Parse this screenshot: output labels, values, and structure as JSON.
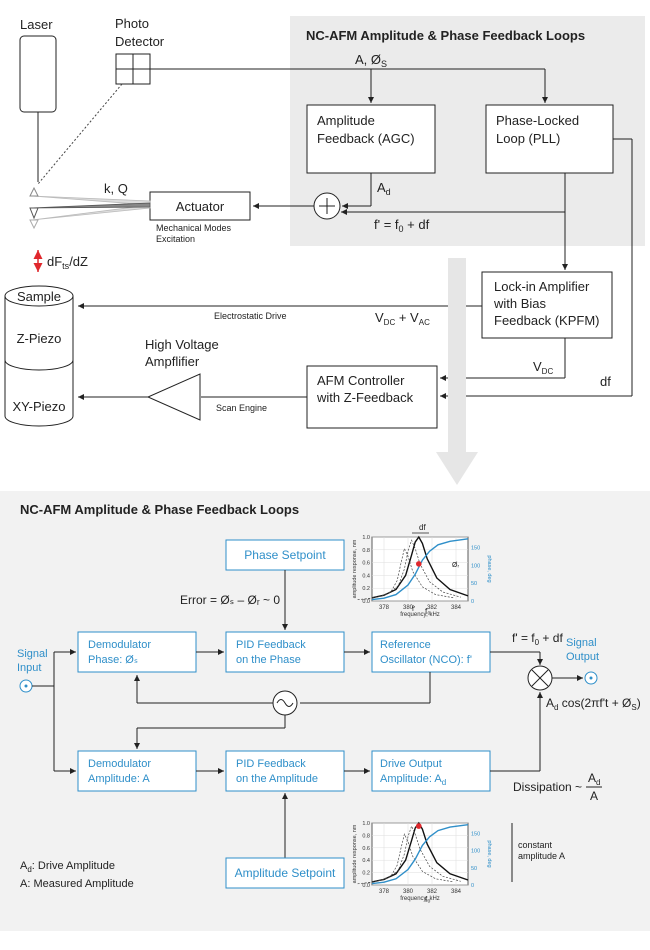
{
  "colors": {
    "black": "#222222",
    "blue": "#2f8fc9",
    "panel": "#ebebeb",
    "red": "#e0282d",
    "grey": "#bfbfbf"
  },
  "top": {
    "laser": "Laser",
    "photo_detector": [
      "Photo",
      "Detector"
    ],
    "panel_title": "NC-AFM Amplitude & Phase Feedback Loops",
    "signal_label": {
      "main": "A, Ø",
      "sub": "S"
    },
    "amplitude_feedback": [
      "Amplitude",
      "Feedback (AGC)"
    ],
    "pll": [
      "Phase-Locked",
      "Loop (PLL)"
    ],
    "kq": "k, Q",
    "actuator": "Actuator",
    "mechanical": [
      "Mechanical Modes",
      "Excitation"
    ],
    "ad": {
      "main": "A",
      "sub": "d"
    },
    "freq_eq": {
      "a": "f' = f",
      "sub": "0",
      "b": " + df"
    },
    "dfts": {
      "a": "dF",
      "sub": "ts",
      "b": "/dZ"
    },
    "sample": "Sample",
    "z_piezo": "Z-Piezo",
    "xy_piezo": "XY-Piezo",
    "electrostatic": "Electrostatic Drive",
    "vdc_vac": {
      "a": "V",
      "s1": "DC",
      "b": " + V",
      "s2": "AC"
    },
    "lockin": [
      "Lock-in Amplifier",
      "with Bias",
      "Feedback (KPFM)"
    ],
    "hv_amp": [
      "High Voltage",
      "Ampflifier"
    ],
    "afm_controller": [
      "AFM Controller",
      "with Z-Feedback"
    ],
    "vdc": {
      "a": "V",
      "sub": "DC"
    },
    "df": "df",
    "scan_engine": "Scan Engine"
  },
  "bottom": {
    "title": "NC-AFM Amplitude & Phase Feedback Loops",
    "phase_setpoint": "Phase Setpoint",
    "error_eq": "Error = Øₛ – Øᵣ ~ 0",
    "demod_phase": [
      "Demodulator",
      "Phase: Øₛ"
    ],
    "pid_phase": [
      "PID Feedback",
      "on the Phase"
    ],
    "ref_osc": [
      "Reference",
      "Oscillator (NCO): f'"
    ],
    "freq_eq": {
      "a": "f' = f",
      "sub": "0",
      "b": " + df"
    },
    "signal_output": [
      "Signal",
      "Output"
    ],
    "signal_input": [
      "Signal",
      "Input"
    ],
    "output_eq": {
      "a": "A",
      "sub": "d",
      "b": " cos(2πf't + Ø",
      "sub2": "S",
      "c": ")"
    },
    "demod_amp": [
      "Demodulator",
      "Amplitude: A"
    ],
    "pid_amp": [
      "PID Feedback",
      "on the Amplitude"
    ],
    "drive_out": [
      "Drive Output",
      "Amplitude: A",
      "d"
    ],
    "dissipation": {
      "label": "Dissipation ~",
      "num": "A",
      "num_sub": "d",
      "den": "A"
    },
    "legend": [
      {
        "a": "A",
        "sub": "d",
        "b": ": Drive Amplitude"
      },
      {
        "a": "A:  Measured Amplitude",
        "sub": "",
        "b": ""
      }
    ],
    "amp_setpoint": "Amplitude Setpoint",
    "constant_amp": [
      "constant",
      "amplitude A"
    ]
  },
  "chart_data": [
    {
      "type": "line",
      "title": "",
      "xlabel": "frequency, kHz",
      "ylabel": "amplitude response, nm",
      "y2label": "phase, deg",
      "xticks": [
        "378",
        "380",
        "382",
        "384"
      ],
      "yticks": [
        "0.0",
        "0.2",
        "0.4",
        "0.6",
        "0.8",
        "1.0"
      ],
      "y2ticks": [
        "0",
        "50",
        "100",
        "150"
      ],
      "xlim": [
        377,
        385
      ],
      "ylim": [
        0,
        1.0
      ],
      "y2lim": [
        0,
        180
      ],
      "annotations": [
        "df",
        "f'",
        "f₀",
        "Øᵣ"
      ],
      "marker": {
        "x": 380.9,
        "y": 0.58
      },
      "grid": true,
      "series": [
        {
          "x": [
            377,
            378,
            379,
            379.8,
            380.3,
            380.6,
            380.9,
            381.2,
            381.6,
            382.4,
            383.5,
            385
          ],
          "values": [
            0.05,
            0.09,
            0.18,
            0.4,
            0.72,
            0.92,
            1.0,
            0.9,
            0.66,
            0.36,
            0.18,
            0.08
          ]
        },
        {
          "x": [
            377,
            378,
            379,
            379.8,
            380.3,
            380.6,
            380.9,
            381.2,
            381.6,
            382.4,
            383.5,
            385
          ],
          "values": [
            0.03,
            0.06,
            0.12,
            0.24,
            0.5,
            0.78,
            0.95,
            0.82,
            0.58,
            0.3,
            0.14,
            0.06
          ]
        },
        {
          "x": [
            377,
            378,
            379,
            379.8,
            380.3,
            380.6,
            380.9,
            381.2,
            381.6,
            382.4,
            383.5,
            385
          ],
          "values": [
            0.02,
            0.04,
            0.08,
            0.15,
            0.32,
            0.58,
            0.82,
            0.7,
            0.46,
            0.22,
            0.1,
            0.05
          ]
        },
        {
          "x": [
            377,
            378,
            379,
            380,
            380.6,
            380.9,
            381.2,
            381.8,
            382.5,
            383.5,
            385
          ],
          "values": [
            4,
            8,
            18,
            45,
            75,
            95,
            115,
            140,
            158,
            168,
            175
          ]
        }
      ]
    },
    {
      "type": "line",
      "title": "",
      "xlabel": "frequency, kHz",
      "ylabel": "amplitude response, nm",
      "y2label": "phase, deg",
      "xticks": [
        "378",
        "380",
        "382",
        "384"
      ],
      "yticks": [
        "0.0",
        "0.2",
        "0.4",
        "0.6",
        "0.8",
        "1.0"
      ],
      "y2ticks": [
        "0",
        "50",
        "100",
        "150"
      ],
      "xlim": [
        377,
        385
      ],
      "ylim": [
        0,
        1.0
      ],
      "y2lim": [
        0,
        180
      ],
      "annotations": [
        "f₀"
      ],
      "marker": {
        "x": 380.9,
        "y": 0.95
      },
      "grid": true,
      "series": [
        {
          "x": [
            377,
            378,
            379,
            379.8,
            380.3,
            380.6,
            380.9,
            381.2,
            381.6,
            382.4,
            383.5,
            385
          ],
          "values": [
            0.05,
            0.09,
            0.18,
            0.4,
            0.72,
            0.92,
            1.0,
            0.9,
            0.66,
            0.36,
            0.18,
            0.08
          ]
        },
        {
          "x": [
            377,
            378,
            379,
            379.8,
            380.3,
            380.6,
            380.9,
            381.2,
            381.6,
            382.4,
            383.5,
            385
          ],
          "values": [
            0.03,
            0.06,
            0.12,
            0.24,
            0.5,
            0.78,
            0.95,
            0.82,
            0.58,
            0.3,
            0.14,
            0.06
          ]
        },
        {
          "x": [
            377,
            378,
            379,
            379.8,
            380.3,
            380.6,
            380.9,
            381.2,
            381.6,
            382.4,
            383.5,
            385
          ],
          "values": [
            0.02,
            0.04,
            0.08,
            0.15,
            0.32,
            0.58,
            0.82,
            0.7,
            0.46,
            0.22,
            0.1,
            0.05
          ]
        },
        {
          "x": [
            377,
            378,
            379,
            380,
            380.6,
            380.9,
            381.2,
            381.8,
            382.5,
            383.5,
            385
          ],
          "values": [
            4,
            8,
            18,
            45,
            75,
            95,
            115,
            140,
            158,
            168,
            175
          ]
        }
      ]
    }
  ]
}
